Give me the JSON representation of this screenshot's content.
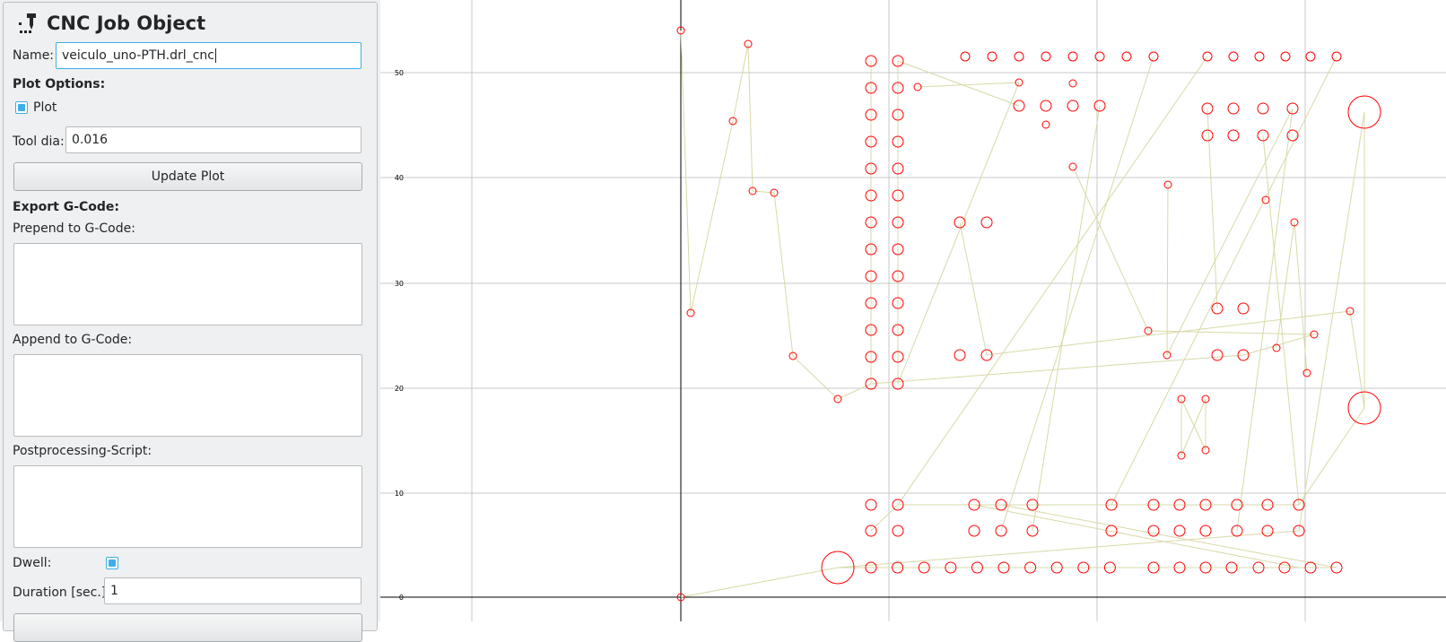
{
  "panel": {
    "title": "CNC Job Object",
    "title_icon": "cnc-drill-icon",
    "name_label": "Name:",
    "name_value": "veiculo_uno-PTH.drl_cnc",
    "plot_options_label": "Plot Options:",
    "plot_checkbox_label": "Plot",
    "plot_checked": true,
    "tool_dia_label": "Tool dia:",
    "tool_dia_value": "0.016",
    "update_plot_label": "Update Plot",
    "export_gcode_label": "Export G-Code:",
    "prepend_label": "Prepend to G-Code:",
    "append_label": "Append to G-Code:",
    "postprocessing_label": "Postprocessing-Script:",
    "dwell_label": "Dwell:",
    "dwell_checked": true,
    "duration_label": "Duration [sec.]:",
    "duration_value": "1"
  },
  "plot": {
    "accent": "#3daee9",
    "hole_color": "#ff0000",
    "path_color": "#d8d8a8",
    "y_ticks": [
      "0",
      "10",
      "20",
      "30",
      "40",
      "50"
    ]
  }
}
